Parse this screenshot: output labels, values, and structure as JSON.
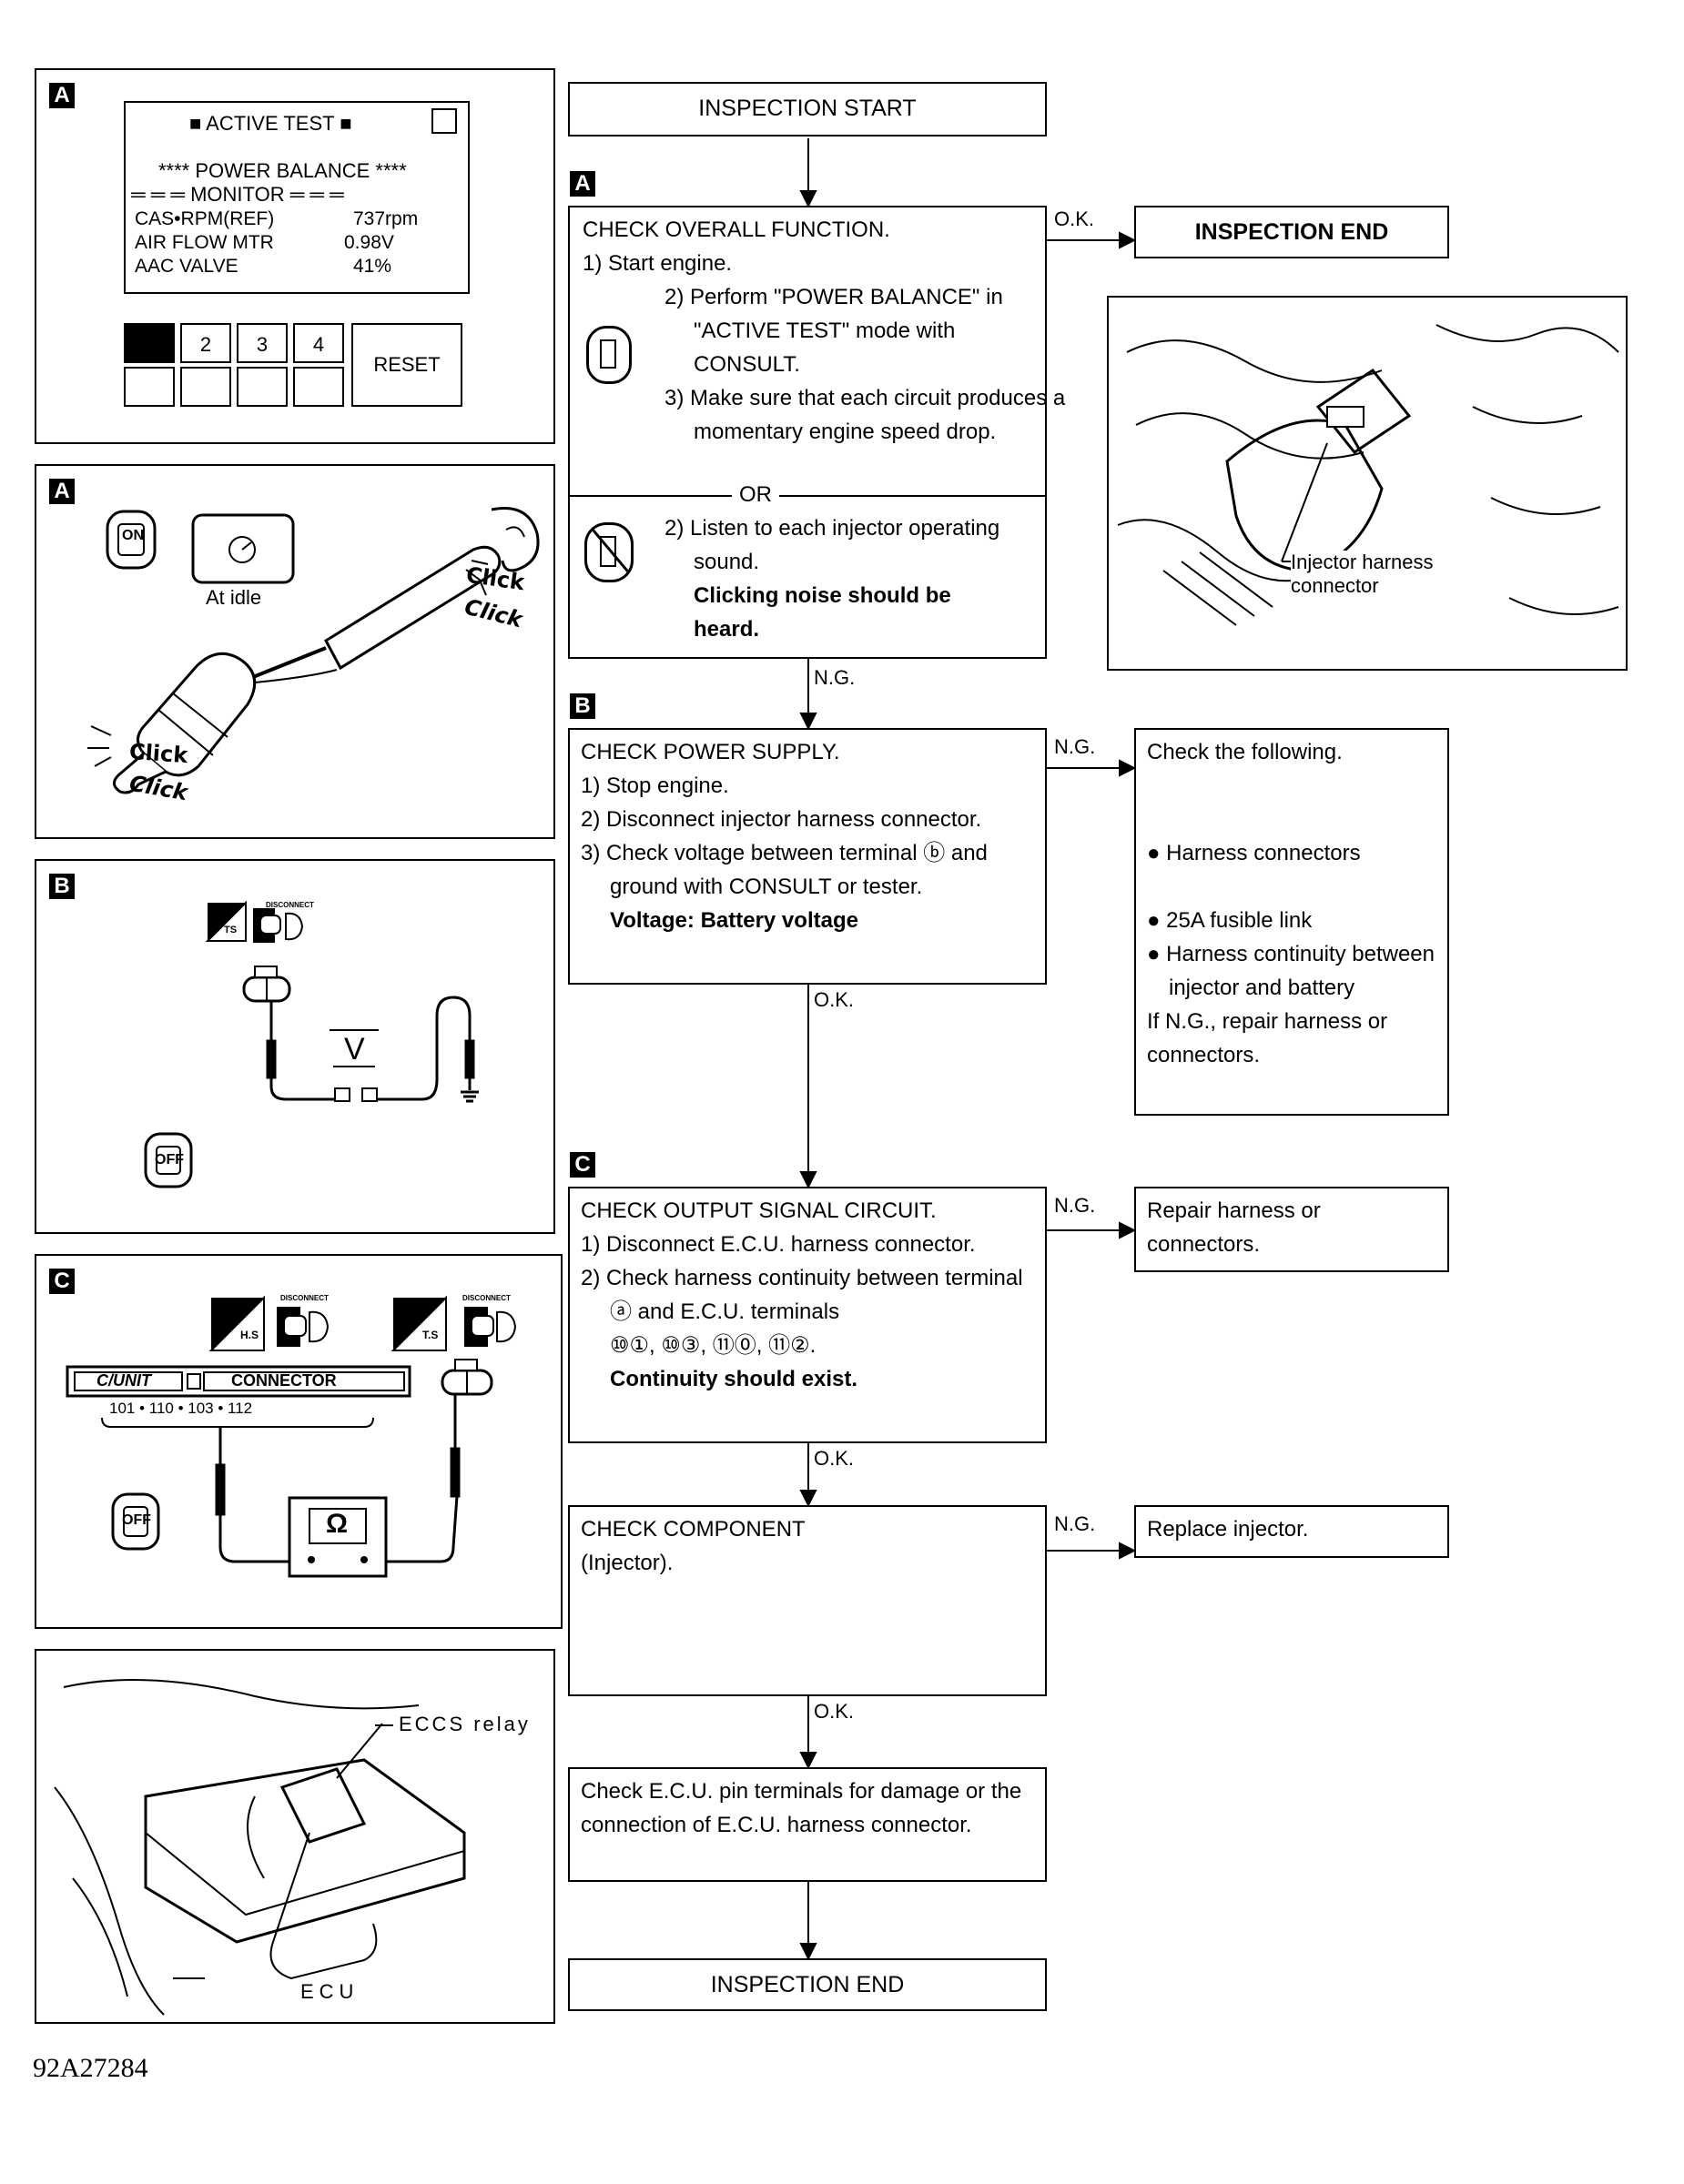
{
  "panels": {
    "a1": {
      "tag": "A",
      "screen_title": "■ ACTIVE TEST ■",
      "header": "**** POWER BALANCE ****",
      "monitor": "═ ═ ═ MONITOR ═ ═ ═",
      "rows": [
        {
          "label": "CAS•RPM(REF)",
          "value": "737rpm"
        },
        {
          "label": "AIR FLOW MTR",
          "value": "0.98V"
        },
        {
          "label": "AAC VALVE",
          "value": "41%"
        }
      ],
      "buttons": [
        "",
        "2",
        "3",
        "4"
      ],
      "reset": "RESET"
    },
    "a2": {
      "tag": "A",
      "on": "ON",
      "at_idle": "At idle",
      "click1": "Click",
      "click2": "Click",
      "click3": "Click",
      "click4": "Click"
    },
    "b": {
      "tag": "B",
      "voltmeter": "V",
      "off": "OFF",
      "disconnect": "DISCONNECT",
      "ts": "TS"
    },
    "c": {
      "tag": "C",
      "hs": "H.S",
      "ts": "T.S",
      "disconnect1": "DISCONNECT",
      "disconnect2": "DISCONNECT",
      "cunit": "C/UNIT",
      "connector": "CONNECTOR",
      "pins": "101 • 110 • 103 • 112",
      "ohm": "Ω",
      "off": "OFF"
    },
    "photo_engine": {
      "label": "Injector harness\nconnector"
    },
    "photo_ecu": {
      "relay": "ECCS relay",
      "ecu": "ECU"
    }
  },
  "flow": {
    "start": "INSPECTION START",
    "step_a": {
      "tag": "A",
      "title": "CHECK OVERALL FUNCTION.",
      "l1": "1) Start engine.",
      "l2": "2) Perform \"POWER BALANCE\" in \"ACTIVE TEST\" mode with CONSULT.",
      "l3": "3) Make sure that each circuit produces a momentary engine speed drop.",
      "or": "OR",
      "l4": "2) Listen to each injector operating sound.",
      "l5": "Clicking noise should be heard."
    },
    "ok1": "O.K.",
    "end1": "INSPECTION END",
    "ng1": "N.G.",
    "step_b": {
      "tag": "B",
      "title": "CHECK POWER SUPPLY.",
      "l1": "1) Stop engine.",
      "l2": "2) Disconnect injector harness connector.",
      "l3": "3) Check voltage between terminal ⓑ and ground with CONSULT or tester.",
      "l4": "Voltage: Battery voltage"
    },
    "ng2": "N.G.",
    "check_following": {
      "title": "Check the following.",
      "items": [
        "Harness connectors",
        "25A fusible link",
        "Harness continuity between injector and battery"
      ],
      "footer": "If N.G., repair harness or connectors."
    },
    "ok2": "O.K.",
    "step_c": {
      "tag": "C",
      "title": "CHECK OUTPUT SIGNAL CIRCUIT.",
      "l1": "1) Disconnect E.C.U. harness connector.",
      "l2": "2) Check harness continuity between terminal ⓐ and E.C.U. terminals",
      "l3": "⑩①, ⑩③, ⑪⓪, ⑪②.",
      "l4": "Continuity should exist."
    },
    "ng3": "N.G.",
    "repair": "Repair harness or connectors.",
    "ok3": "O.K.",
    "component": {
      "title": "CHECK COMPONENT",
      "sub": "(Injector)."
    },
    "ng4": "N.G.",
    "replace": "Replace injector.",
    "ok4": "O.K.",
    "ecu_check": "Check E.C.U. pin terminals for damage or the connection of E.C.U. harness connector.",
    "end2": "INSPECTION END"
  },
  "figure_id": "92A27284"
}
